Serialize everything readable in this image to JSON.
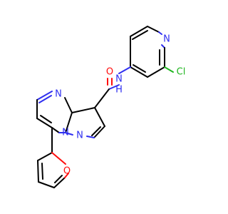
{
  "molecule": {
    "colors": {
      "carbon_bond": "#000000",
      "nitrogen": "#2f2ff0",
      "oxygen": "#ff0d0d",
      "chlorine": "#1fb51f"
    },
    "atoms": {
      "n_pyridine": "N",
      "cl": "Cl",
      "nh_amide": "N",
      "h_amide": "H",
      "o_carbonyl": "O",
      "n_pyrimidine_top": "N",
      "n_bridge": "N",
      "n_pyrazole": "N",
      "o_furan": "O"
    }
  }
}
